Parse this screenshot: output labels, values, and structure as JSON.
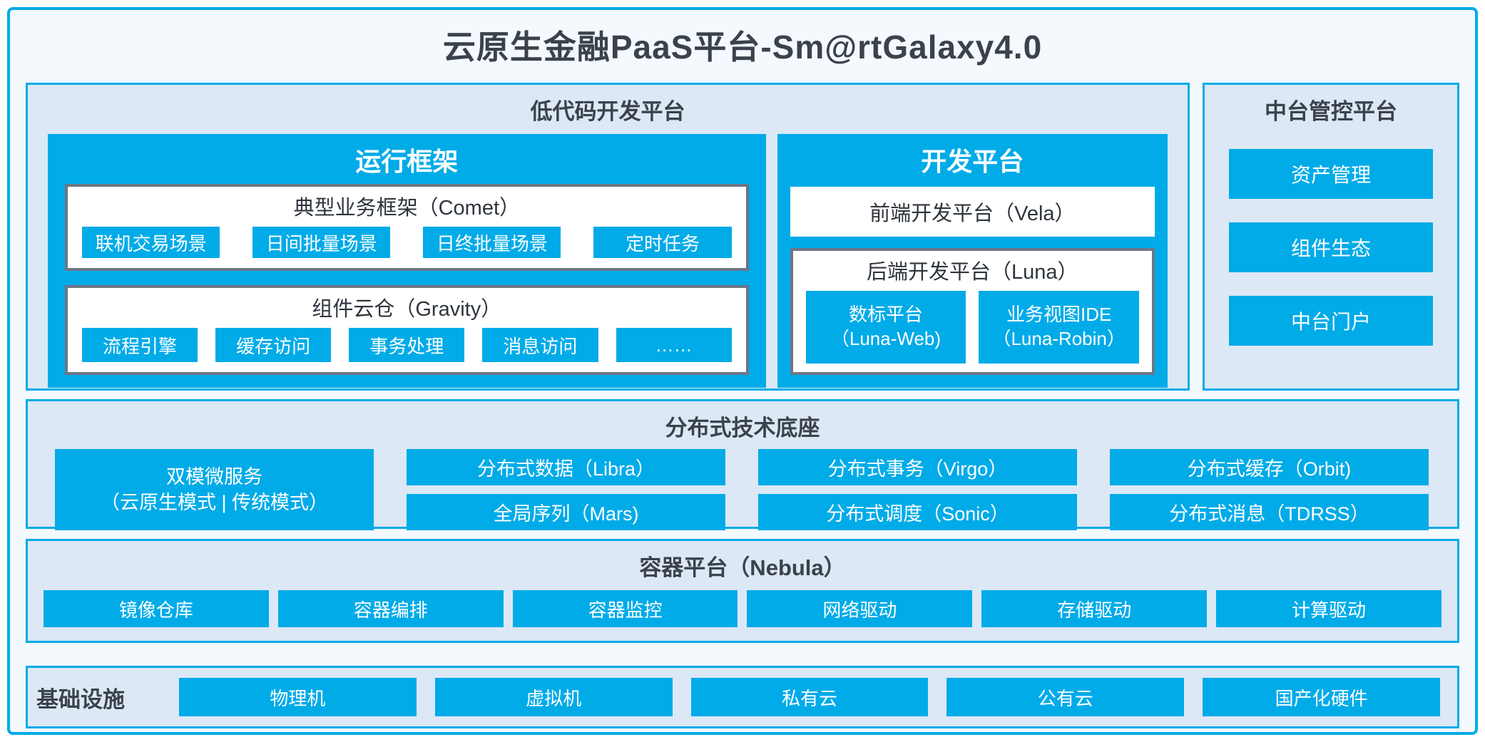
{
  "title": "云原生金融PaaS平台-Sm@rtGalaxy4.0",
  "colors": {
    "accent_blue": "#00ABE8",
    "section_bg": "#DCE8F5",
    "canvas_bg": "#F3F9FD",
    "box_border_gray": "#6D7685",
    "dark_text": "#3B424C"
  },
  "lowcode": {
    "header": "低代码开发平台",
    "runtime": {
      "title": "运行框架",
      "comet": {
        "title": "典型业务框架（Comet）",
        "items": [
          "联机交易场景",
          "日间批量场景",
          "日终批量场景",
          "定时任务"
        ]
      },
      "gravity": {
        "title": "组件云仓（Gravity）",
        "items": [
          "流程引擎",
          "缓存访问",
          "事务处理",
          "消息访问",
          "……"
        ]
      }
    },
    "dev": {
      "title": "开发平台",
      "vela": "前端开发平台（Vela）",
      "luna": {
        "title": "后端开发平台（Luna）",
        "items": [
          {
            "line1": "数标平台",
            "line2": "（Luna-Web)"
          },
          {
            "line1": "业务视图IDE",
            "line2": "（Luna-Robin）"
          }
        ]
      }
    }
  },
  "midplatform": {
    "header": "中台管控平台",
    "items": [
      "资产管理",
      "组件生态",
      "中台门户"
    ]
  },
  "distributed": {
    "header": "分布式技术底座",
    "dual_mode": {
      "line1": "双模微服务",
      "line2": "（云原生模式 | 传统模式）"
    },
    "col2": [
      "分布式数据（Libra）",
      "全局序列（Mars)"
    ],
    "col3": [
      "分布式事务（Virgo）",
      "分布式调度（Sonic）"
    ],
    "col4": [
      "分布式缓存（Orbit)",
      "分布式消息（TDRSS）"
    ]
  },
  "nebula": {
    "header": "容器平台（Nebula）",
    "items": [
      "镜像仓库",
      "容器编排",
      "容器监控",
      "网络驱动",
      "存储驱动",
      "计算驱动"
    ]
  },
  "infrastructure": {
    "label": "基础设施",
    "items": [
      "物理机",
      "虚拟机",
      "私有云",
      "公有云",
      "国产化硬件"
    ]
  }
}
